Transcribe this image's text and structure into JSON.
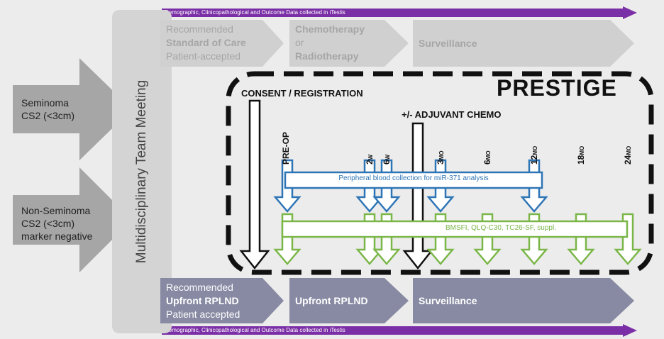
{
  "top_banner": "Demographic, Clinicopathological and Outcome Data collected in iTestis",
  "bottom_banner": "Demographic, Clinicopathological and Outcome Data collected in iTestis",
  "mdt_label": "Multidisciplinary Team Meeting",
  "left_arrows": {
    "seminoma": [
      "Seminoma",
      "CS2 (<3cm)"
    ],
    "non_seminoma": [
      "Non-Seminoma",
      "CS2 (<3cm)",
      "marker negative"
    ]
  },
  "top_path": {
    "step1": [
      "Recommended",
      "Standard of Care",
      "Patient-accepted"
    ],
    "step2": [
      "Chemotherapy",
      "or",
      "Radiotherapy"
    ],
    "step3": "Surveillance"
  },
  "bottom_path": {
    "step1": [
      "Recommended",
      "Upfront RPLND",
      "Patient accepted"
    ],
    "step2": "Upfront RPLND",
    "step3": "Surveillance"
  },
  "prestige": {
    "title": "PRESTIGE",
    "consent": "CONSENT / REGISTRATION",
    "adjuvant": "+/- ADJUVANT CHEMO",
    "blood": "Peripheral blood collection for miR-371 analysis",
    "questionnaires": "BMSFI, QLQ-C30, TC26-SF, suppl."
  },
  "timepoints": [
    {
      "num": "PRE-OP",
      "unit": ""
    },
    {
      "num": "2",
      "unit": "W"
    },
    {
      "num": "6",
      "unit": "W"
    },
    {
      "num": "3",
      "unit": "MO"
    },
    {
      "num": "6",
      "unit": "MO"
    },
    {
      "num": "12",
      "unit": "MO"
    },
    {
      "num": "18",
      "unit": "MO"
    },
    {
      "num": "24",
      "unit": "MO"
    }
  ]
}
